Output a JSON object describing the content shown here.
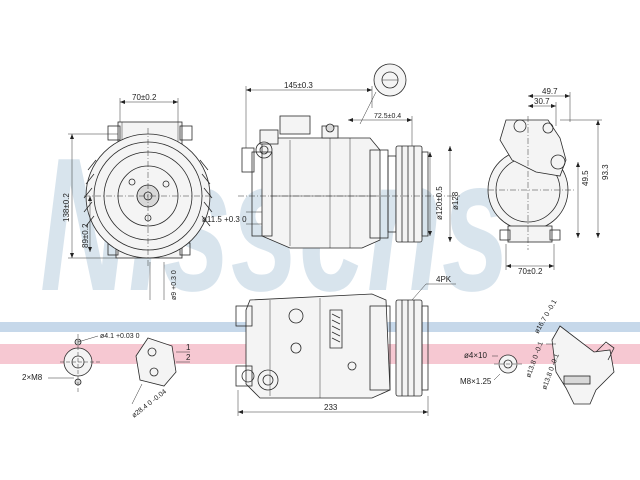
{
  "watermark": {
    "text": "Nissens",
    "color": "#b9cfe0"
  },
  "band": {
    "blue": "#c6d8ea",
    "pink": "#f6c8d2"
  },
  "dimensions": {
    "front_width": "70±0.2",
    "front_height": "138±0.2",
    "front_inner_height": "89±0.2",
    "front_hole": "ø9 +0.3 0",
    "side_length": "145±0.3",
    "side_offset": "72.5±0.4",
    "side_hole": "ø11.5 +0.3 0",
    "side_pulley_inner": "ø120±0.5",
    "side_pulley_outer": "ø128",
    "rear_top_outer": "49.7",
    "rear_top_inner": "30.7",
    "rear_height": "93.3",
    "rear_offset": "49.5",
    "rear_bottom": "70±0.2",
    "belt": "4PK",
    "overall_length": "233",
    "fitting_left_hole": "ø4.1 +0.03 0",
    "fitting_left_thread": "2×M8",
    "fitting_left_dia": "ø28.4 0 -0.04",
    "fitting_left_h1": "2",
    "fitting_left_h2": "1",
    "fitting_right_hole": "ø4×10",
    "fitting_right_thread": "M8×1.25",
    "fitting_right_d1": "ø16.7 0 -0.1",
    "fitting_right_d2": "ø13.8 0 -0.1",
    "fitting_right_d3": "ø13.8 0 -0.1"
  }
}
